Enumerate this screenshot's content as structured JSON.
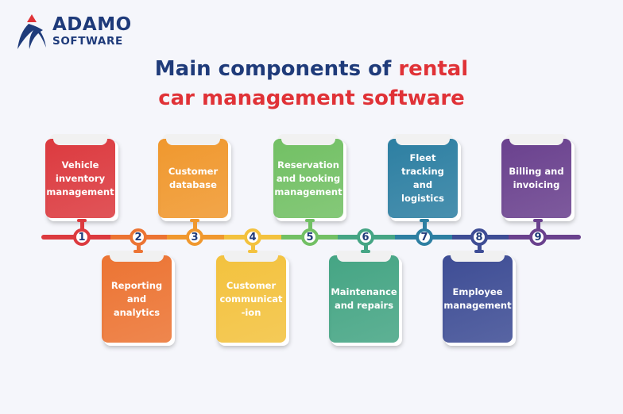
{
  "logo": {
    "name_line1": "ADAMO",
    "name_line2": "SOFTWARE",
    "mark_icon": "adamo-sail-logo-icon"
  },
  "title": {
    "line1_part1": "Main components of ",
    "line1_part2": "rental",
    "line2": "car management software",
    "colors": {
      "primary": "#1f3b7a",
      "accent": "#e03237"
    }
  },
  "components": [
    {
      "number": "1",
      "label": "Vehicle\ninventory\nmanagement",
      "position": "top",
      "color": "#dc3a3f"
    },
    {
      "number": "2",
      "label": "Reporting\nand\nanalytics",
      "position": "bottom",
      "color": "#ec7433"
    },
    {
      "number": "3",
      "label": "Customer\ndatabase",
      "position": "top",
      "color": "#f0982e"
    },
    {
      "number": "4",
      "label": "Customer\ncommunicat\n-ion",
      "position": "bottom",
      "color": "#f3c23e"
    },
    {
      "number": "5",
      "label": "Reservation\nand booking\nmanagement",
      "position": "top",
      "color": "#72c064"
    },
    {
      "number": "6",
      "label": "Maintenance\nand repairs",
      "position": "bottom",
      "color": "#45a584"
    },
    {
      "number": "7",
      "label": "Fleet\ntracking and\nlogistics",
      "position": "top",
      "color": "#2d7fa2"
    },
    {
      "number": "8",
      "label": "Employee\nmanagement",
      "position": "bottom",
      "color": "#3e4d95"
    },
    {
      "number": "9",
      "label": "Billing and\ninvoicing",
      "position": "top",
      "color": "#6a418e"
    }
  ]
}
